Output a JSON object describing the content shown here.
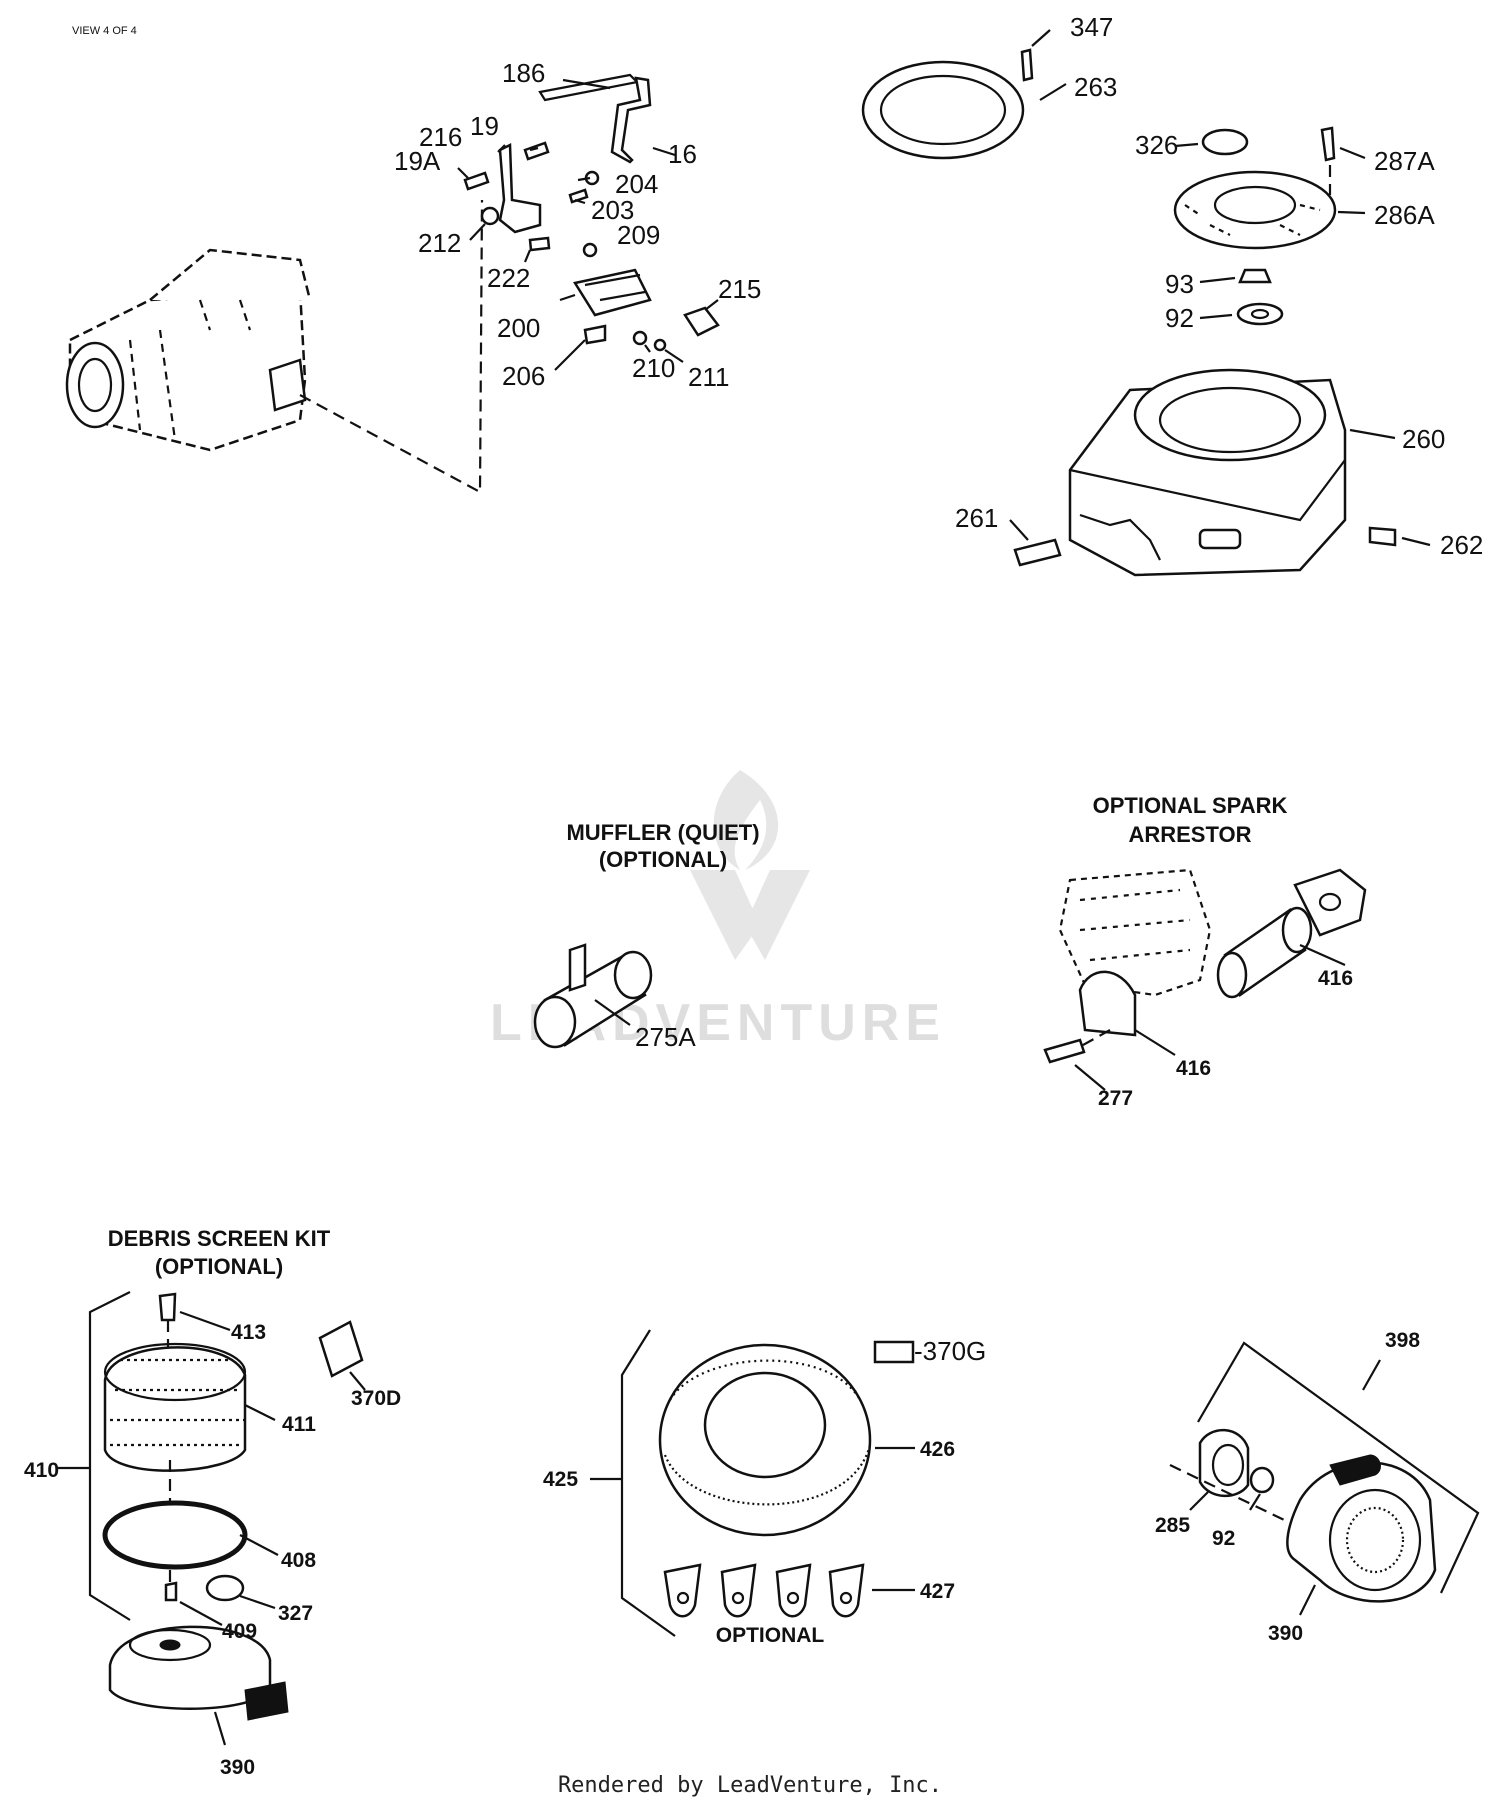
{
  "header": {
    "view": "VIEW 4 OF 4"
  },
  "footer": {
    "rendered_by": "Rendered by LeadVenture, Inc."
  },
  "watermark": {
    "text": "LEADVENTURE"
  },
  "sections": {
    "muffler": {
      "line1": "MUFFLER (QUIET)",
      "line2": "(OPTIONAL)"
    },
    "spark_arrestor": {
      "line1": "OPTIONAL SPARK",
      "line2": "ARRESTOR"
    },
    "debris_screen": {
      "line1": "DEBRIS SCREEN KIT",
      "line2": "(OPTIONAL)"
    },
    "filter_optional": "OPTIONAL"
  },
  "callouts": {
    "c186": "186",
    "c16": "16",
    "c216": "216",
    "c19": "19",
    "c19a": "19A",
    "c204": "204",
    "c203": "203",
    "c212": "212",
    "c209": "209",
    "c222": "222",
    "c215": "215",
    "c200": "200",
    "c206": "206",
    "c210": "210",
    "c211": "211",
    "c347": "347",
    "c263": "263",
    "c326": "326",
    "c287a": "287A",
    "c286a": "286A",
    "c93": "93",
    "c92": "92",
    "c260": "260",
    "c261": "261",
    "c262": "262",
    "c275a": "275A",
    "c416a": "416",
    "c416b": "416",
    "c277": "277",
    "c413": "413",
    "c370d": "370D",
    "c411": "411",
    "c410": "410",
    "c408": "408",
    "c327": "327",
    "c409": "409",
    "c390a": "390",
    "c370g": "-370G",
    "c425": "425",
    "c426": "426",
    "c427": "427",
    "c398": "398",
    "c285": "285",
    "c92b": "92",
    "c390b": "390"
  }
}
